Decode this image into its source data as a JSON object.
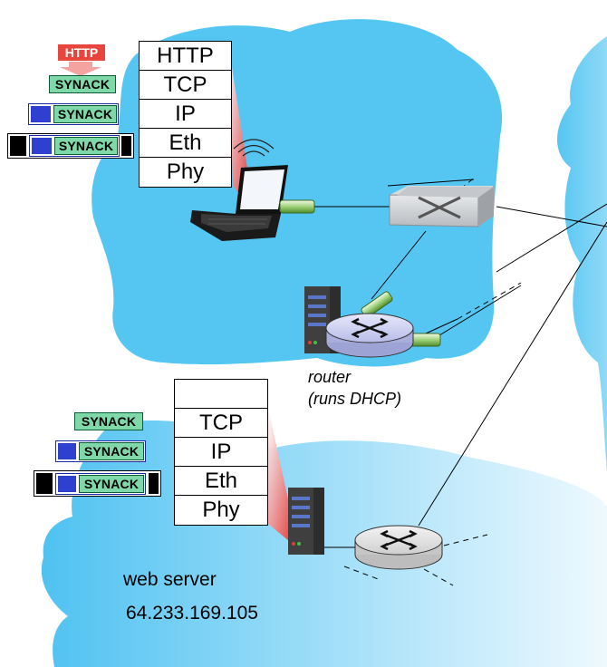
{
  "top_host": {
    "http_segment": "HTTP",
    "segments": [
      "SYNACK",
      "SYNACK",
      "SYNACK"
    ],
    "stack_layers": [
      "HTTP",
      "TCP",
      "IP",
      "Eth",
      "Phy"
    ]
  },
  "server": {
    "segments": [
      "SYNACK",
      "SYNACK",
      "SYNACK"
    ],
    "stack_layers": [
      "",
      "TCP",
      "IP",
      "Eth",
      "Phy"
    ],
    "name": "web server",
    "address": "64.233.169.105"
  },
  "router": {
    "label_line1": "router",
    "label_line2": "(runs DHCP)"
  },
  "colors": {
    "cloud": "#55c6f2",
    "synack_fill": "#7fd8a8",
    "ip_header": "#2f3fd0",
    "http_header": "#e8463c",
    "red_beam": "#e8463c"
  }
}
